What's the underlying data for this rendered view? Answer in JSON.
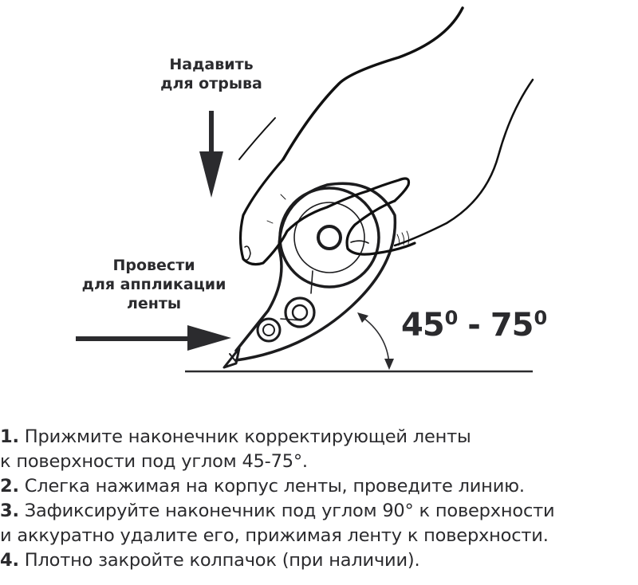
{
  "diagram": {
    "label_press": {
      "line1": "Надавить",
      "line2": "для отрыва"
    },
    "label_slide": {
      "line1": "Провести",
      "line2": "для аппликации",
      "line3": "ленты"
    },
    "angle": {
      "from": "45",
      "separator": " - ",
      "to": "75",
      "degree_mark": "0"
    },
    "icons": [
      "hand-icon",
      "correction-tape-dispenser-icon",
      "down-arrow-icon",
      "right-arrow-icon",
      "angle-arc-icon",
      "surface-line"
    ],
    "colors": {
      "ink": "#2b2b2e",
      "background": "#ffffff"
    }
  },
  "instructions": [
    {
      "num": "1.",
      "lines": [
        " Прижмите наконечник корректирующей ленты",
        "к поверхности под углом 45-75°."
      ]
    },
    {
      "num": "2.",
      "lines": [
        " Слегка нажимая на корпус ленты, проведите линию."
      ]
    },
    {
      "num": "3.",
      "lines": [
        " Зафиксируйте наконечник под углом 90° к поверхности",
        "и аккуратно удалите его, прижимая ленту к поверхности."
      ]
    },
    {
      "num": "4.",
      "lines": [
        " Плотно закройте колпачок (при наличии)."
      ]
    }
  ]
}
